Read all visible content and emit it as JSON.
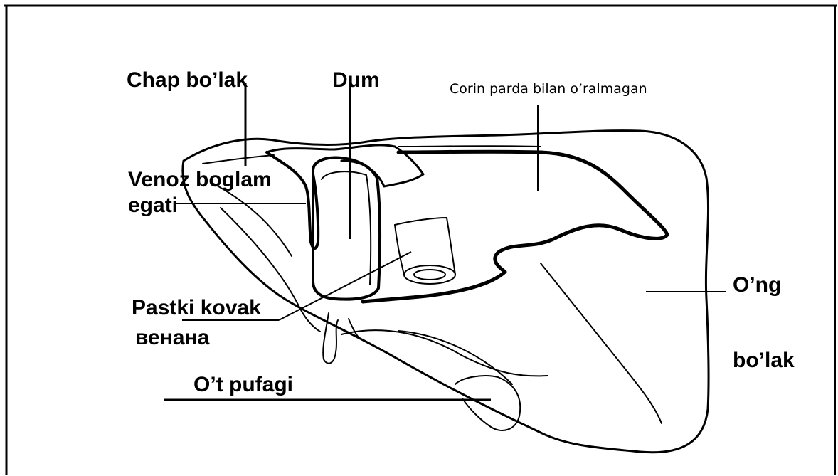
{
  "diagram": {
    "colors": {
      "ink": "#000000",
      "background": "#ffffff"
    },
    "labels": {
      "left_lobe": "Chap bo’lak",
      "caudate": "Dum",
      "bare_area": "Corin parda bilan o’ralmagan",
      "ligamentum_venosum_groove_line1": "Venoz boglam",
      "ligamentum_venosum_groove_line2": "egati",
      "ivc_line1": "Pastki kovak",
      "ivc_line2": "венaна",
      "gallbladder": "O’t pufagi",
      "right_lobe_line1": "O’ng",
      "right_lobe_line2": "bo’lak"
    }
  }
}
